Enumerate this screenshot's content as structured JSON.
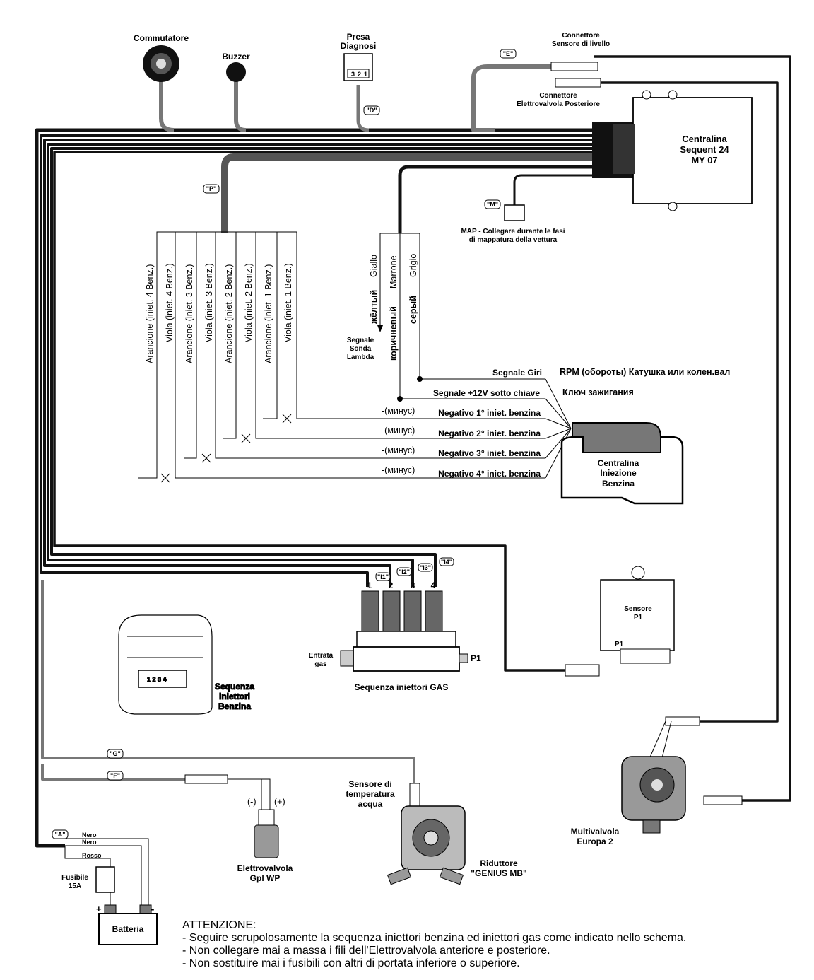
{
  "components": {
    "commutatore": "Commutatore",
    "buzzer": "Buzzer",
    "presa_diagnosi": [
      "Presa",
      "Diagnosi"
    ],
    "presa_pins": [
      "3",
      "2",
      "1"
    ],
    "connettore_livello": [
      "Connettore",
      "Sensore di livello"
    ],
    "connettore_elettrovalvola": [
      "Connettore",
      "Elettrovalvola Posteriore"
    ],
    "centralina_sequent": [
      "Centralina",
      "Sequent 24",
      "MY 07"
    ],
    "map_note": [
      "MAP - Collegare durante le fasi",
      "di mappatura della vettura"
    ],
    "centralina_iniezione": [
      "Centralina",
      "Iniezione",
      "Benzina"
    ],
    "segnale_sonda": [
      "Segnale",
      "Sonda",
      "Lambda"
    ],
    "sensore_p1": [
      "Sensore",
      "P1"
    ],
    "p1_label": "P1",
    "entrata_gas": [
      "Entrata",
      "gas"
    ],
    "sequenza_gas": "Sequenza iniettori GAS",
    "sequenza_benzina": [
      "Sequenza",
      "iniettori",
      "Benzina"
    ],
    "car_seq_digits": "1  2  3  4",
    "sensore_temp": [
      "Sensore di",
      "temperatura",
      "acqua"
    ],
    "riduttore": [
      "Riduttore",
      "\"GENIUS MB\""
    ],
    "multivalvola": [
      "Multivalvola",
      "Europa 2"
    ],
    "elettrovalvola": [
      "Elettrovalvola",
      "Gpl WP"
    ],
    "polarity_minus": "(-)",
    "polarity_plus": "(+)",
    "fusibile": [
      "Fusibile",
      "15A"
    ],
    "batteria": "Batteria",
    "batt_plus": "+",
    "batt_minus": "-",
    "wire_nero_1": "Nero",
    "wire_nero_2": "Nero",
    "wire_rosso": "Rosso"
  },
  "tags": {
    "E": "\"E\"",
    "D": "\"D\"",
    "M": "\"M\"",
    "P": "\"P\"",
    "I1": "\"I1\"",
    "I2": "\"I2\"",
    "I3": "\"I3\"",
    "I4": "\"I4\"",
    "G": "\"G\"",
    "F": "\"F\"",
    "A": "\"A\""
  },
  "injector_numbers": [
    "1",
    "2",
    "3",
    "4"
  ],
  "inj_wires": [
    "Arancione (iniet. 4 Benz.)",
    "Viola (iniet. 4 Benz.)",
    "Arancione (iniet. 3 Benz.)",
    "Viola (iniet. 3 Benz.)",
    "Arancione (iniet. 2 Benz.)",
    "Viola (iniet. 2 Benz.)",
    "Arancione (iniet. 1 Benz.)",
    "Viola (iniet. 1 Benz.)"
  ],
  "lambda_wires": {
    "giallo": "Giallo",
    "giallo_ru": "жёлтый",
    "marrone": "Marrone",
    "marrone_ru": "коричневый",
    "grigio": "Grigio",
    "grigio_ru": "серый"
  },
  "signals": {
    "giri": "Segnale Giri",
    "giri_ru": "RPM (обороты)  Катушка или колен.вал",
    "plus12": "Segnale +12V sotto chiave",
    "plus12_ru": "Ключ зажигания",
    "minus_ru": "-(минус)",
    "neg1": "Negativo 1° iniet. benzina",
    "neg2": "Negativo 2° iniet. benzina",
    "neg3": "Negativo 3° iniet. benzina",
    "neg4": "Negativo 4° iniet. benzina"
  },
  "attenzione": {
    "title": "ATTENZIONE:",
    "lines": [
      "- Seguire scrupolosamente la sequenza iniettori benzina ed iniettori gas come indicato nello schema.",
      "- Non collegare mai a massa i fili dell'Elettrovalvola anteriore e posteriore.",
      "- Non sostituire mai i fusibili con altri di portata inferiore o superiore."
    ]
  }
}
